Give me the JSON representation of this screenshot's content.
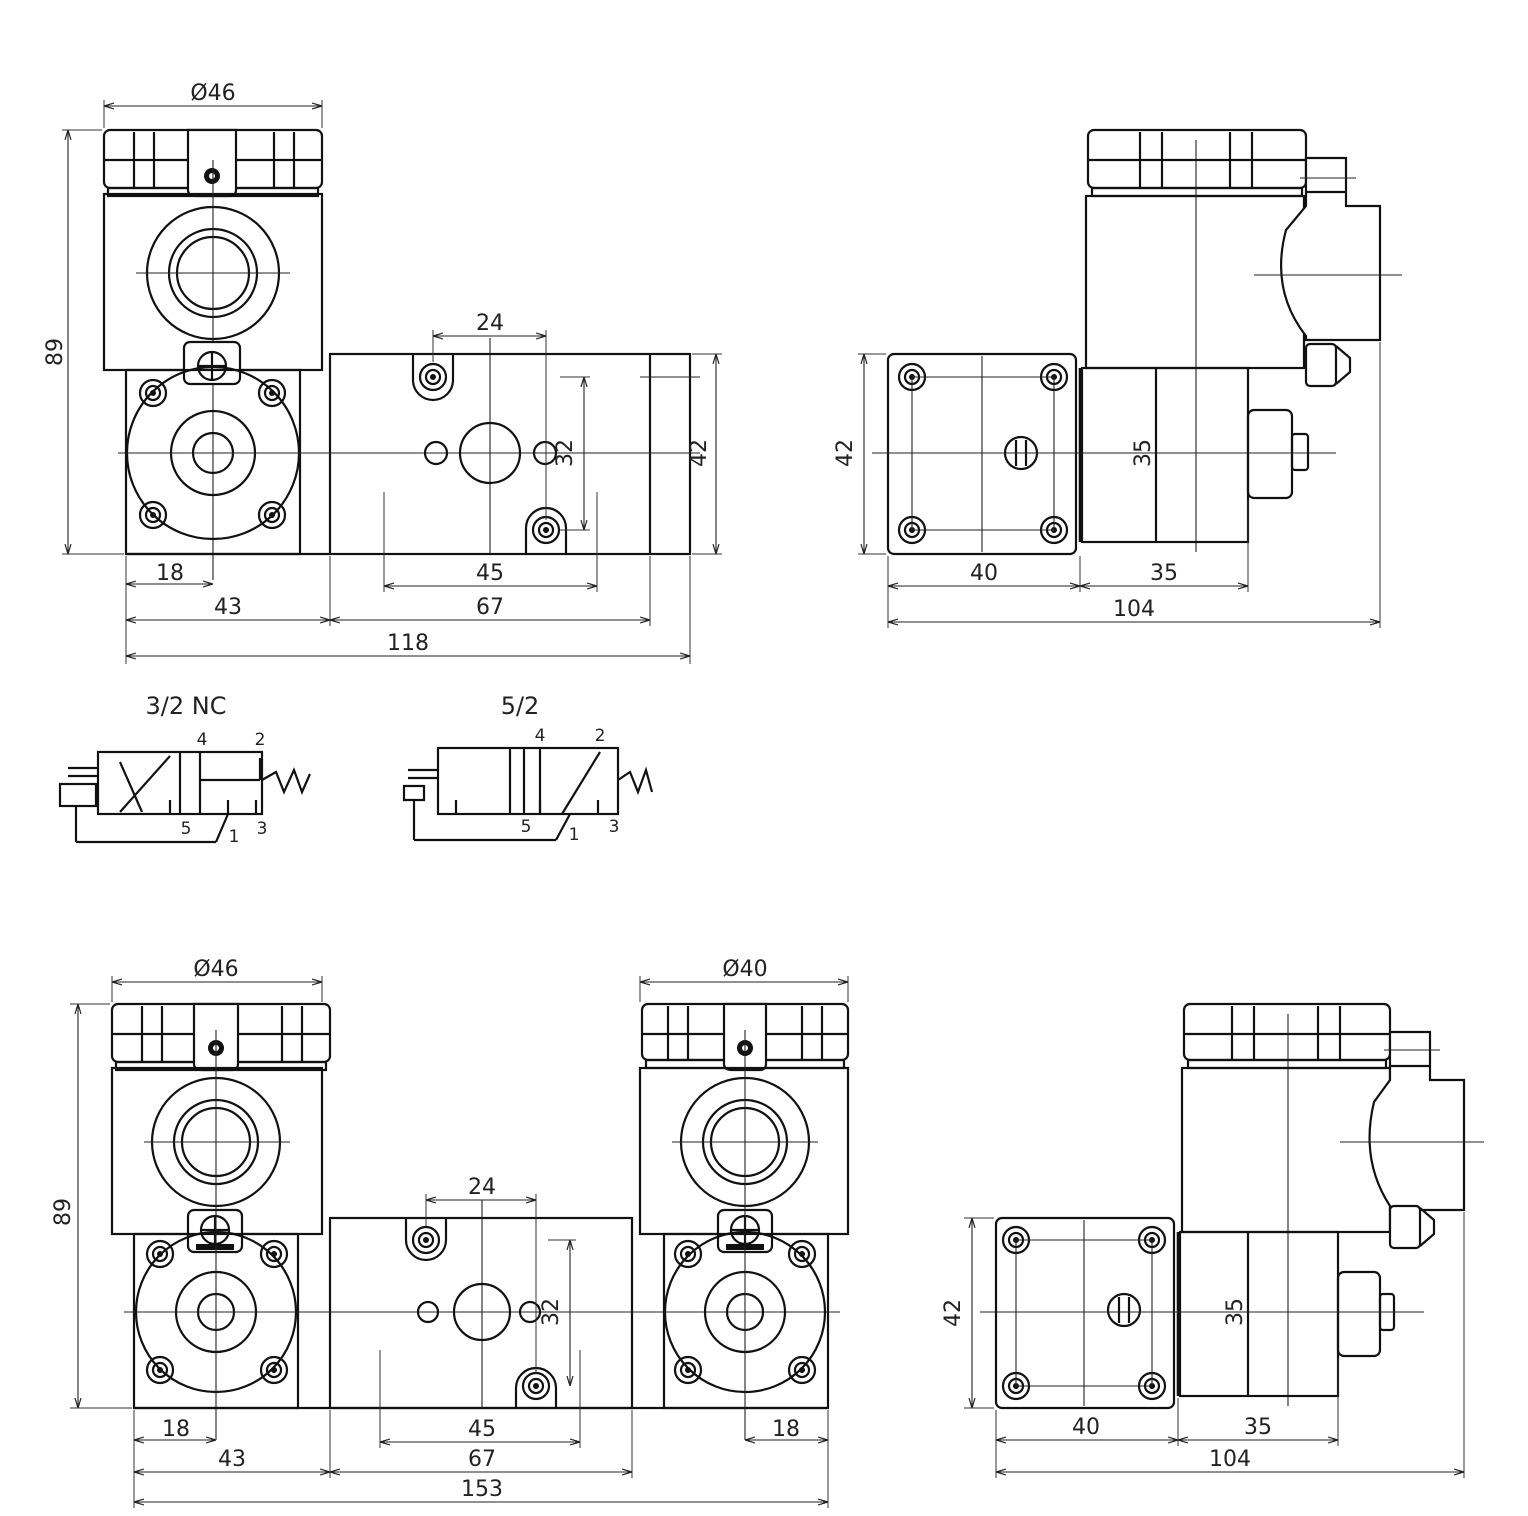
{
  "views": {
    "single_front": {
      "dia": "Ø46",
      "height": "89",
      "pitch": "24",
      "port_v": "32",
      "body_h": "42",
      "d18": "18",
      "port_h": "45",
      "w43": "43",
      "w67": "67",
      "total": "118"
    },
    "single_side": {
      "h42": "42",
      "h35": "35",
      "w40": "40",
      "w35": "35",
      "total": "104"
    },
    "double_front": {
      "dia_left": "Ø46",
      "dia_right": "Ø40",
      "height": "89",
      "pitch": "24",
      "port_v": "32",
      "port_h": "45",
      "d18_left": "18",
      "d18_right": "18",
      "w43": "43",
      "w67": "67",
      "total": "153"
    },
    "double_side": {
      "h42": "42",
      "h35": "35",
      "w40": "40",
      "w35": "35",
      "total": "104"
    }
  },
  "symbols": {
    "nc": {
      "title": "3/2 NC",
      "p4": "4",
      "p2": "2",
      "p5": "5",
      "p1": "1",
      "p3": "3"
    },
    "fivetwo": {
      "title": "5/2",
      "p4": "4",
      "p2": "2",
      "p5": "5",
      "p1": "1",
      "p3": "3"
    }
  }
}
